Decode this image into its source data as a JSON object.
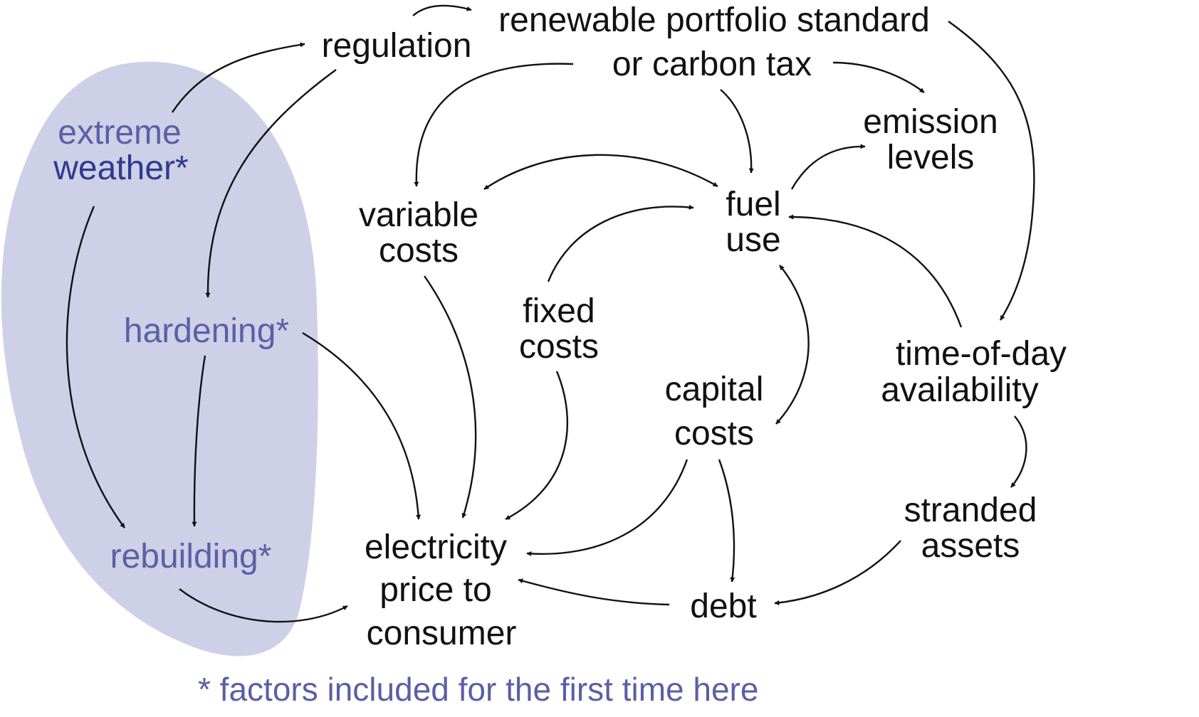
{
  "diagram": {
    "region_color": "#cdd0e6",
    "nodes": {
      "regulation": "regulation",
      "rps_line1": "renewable portfolio standard",
      "rps_line2": "or carbon tax",
      "extreme_line1": "extreme",
      "extreme_line2": "weather*",
      "emission_line1": "emission",
      "emission_line2": "levels",
      "variable_line1": "variable",
      "variable_line2": "costs",
      "fuel_line1": "fuel",
      "fuel_line2": "use",
      "fixed_line1": "fixed",
      "fixed_line2": "costs",
      "hardening": "hardening*",
      "timeofday_line1": "time-of-day",
      "timeofday_line2": "availability",
      "capital_line1": "capital",
      "capital_line2": "costs",
      "stranded_line1": "stranded",
      "stranded_line2": "assets",
      "rebuilding": "rebuilding*",
      "price_line1": "electricity",
      "price_line2": "price to",
      "price_line3": "consumer",
      "debt": "debt"
    },
    "footnote": "* factors included for the first time here"
  }
}
